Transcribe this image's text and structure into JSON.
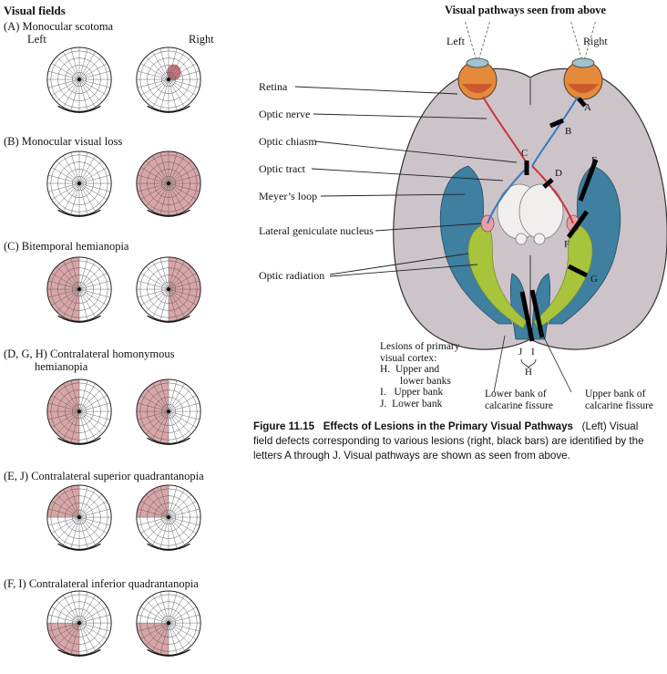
{
  "left_panel": {
    "title": "Visual fields",
    "eye_left": "Left",
    "eye_right": "Right",
    "rows": [
      {
        "label": "(A)  Monocular scotoma",
        "left": "none",
        "right": "scotoma"
      },
      {
        "label": "(B)  Monocular visual loss",
        "left": "none",
        "right": "full"
      },
      {
        "label": "(C)  Bitemporal hemianopia",
        "left": "left-half",
        "right": "right-half"
      },
      {
        "label": "(D, G, H)  Contralateral homonymous",
        "label2": "hemianopia",
        "left": "left-half",
        "right": "left-half"
      },
      {
        "label": "(E, J)  Contralateral superior quadrantanopia",
        "left": "upper-left",
        "right": "upper-left"
      },
      {
        "label": "(F, I)  Contralateral inferior quadrantanopia",
        "left": "lower-left",
        "right": "lower-left"
      }
    ],
    "colors": {
      "defect": "#d9a6a8",
      "scotoma": "#c97a82",
      "grid": "#555555"
    }
  },
  "right_panel": {
    "title": "Visual pathways seen from above",
    "eye_left": "Left",
    "eye_right": "Right",
    "labels": {
      "retina": "Retina",
      "optic_nerve": "Optic nerve",
      "optic_chiasm": "Optic chiasm",
      "optic_tract": "Optic tract",
      "meyers_loop": "Meyer’s loop",
      "lgn": "Lateral geniculate nucleus",
      "optic_radiation": "Optic radiation"
    },
    "lesion_letters": [
      "A",
      "B",
      "C",
      "D",
      "E",
      "F",
      "G",
      "H",
      "I",
      "J"
    ],
    "lesions_title_1": "Lesions of primary",
    "lesions_title_2": "visual cortex:",
    "lesions": [
      {
        "code": "H.",
        "text": "Upper and",
        "text2": "lower banks"
      },
      {
        "code": "I.",
        "text": "Upper bank"
      },
      {
        "code": "J.",
        "text": "Lower bank"
      }
    ],
    "lower_bank_1": "Lower bank of",
    "lower_bank_2": "calcarine fissure",
    "upper_bank_1": "Upper bank of",
    "upper_bank_2": "calcarine fissure",
    "colors": {
      "brain": "#cdc4c9",
      "eye": "#e48a3a",
      "radiation": "#a8c33c",
      "cortex": "#3f7fa0",
      "lgn": "#e8a0a6"
    }
  },
  "caption": {
    "figure": "Figure 11.15",
    "title": "Effects of Lesions in the Primary Visual Pathways",
    "text": "(Left) Visual field defects corresponding to various lesions (right, black bars) are identified by the letters A through J. Visual pathways are shown as seen from above."
  }
}
